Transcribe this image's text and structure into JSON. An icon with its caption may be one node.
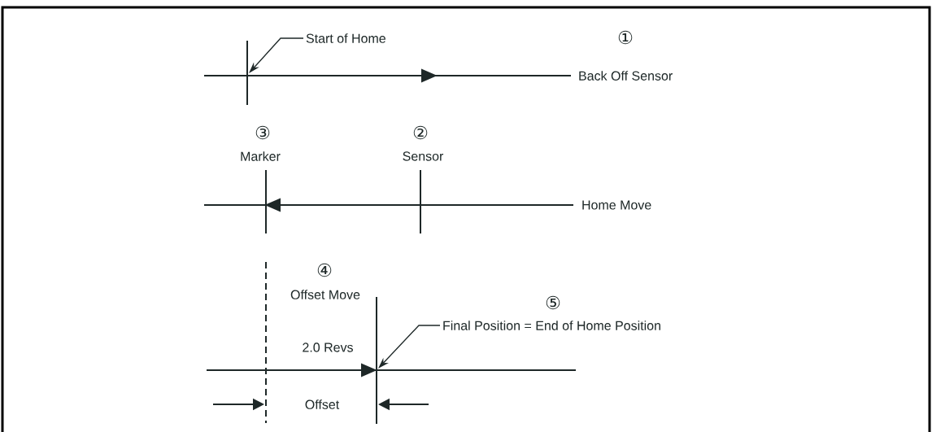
{
  "diagram": {
    "nodes": [
      {
        "text": [
          "Start of Home"
        ]
      },
      {
        "text": [
          "Final Position = End of Home Position"
        ]
      }
    ],
    "edges": [
      {
        "from": 0,
        "to": null,
        "arrow": "to"
      },
      {
        "from": 1,
        "to": null,
        "arrow": "to"
      }
    ],
    "labels": [
      "①",
      "Back Off Sensor",
      "③",
      "②",
      "Marker",
      "Sensor",
      "Home Move",
      "④",
      "Offset Move",
      "⑤",
      "2.0 Revs",
      "Offset"
    ]
  }
}
